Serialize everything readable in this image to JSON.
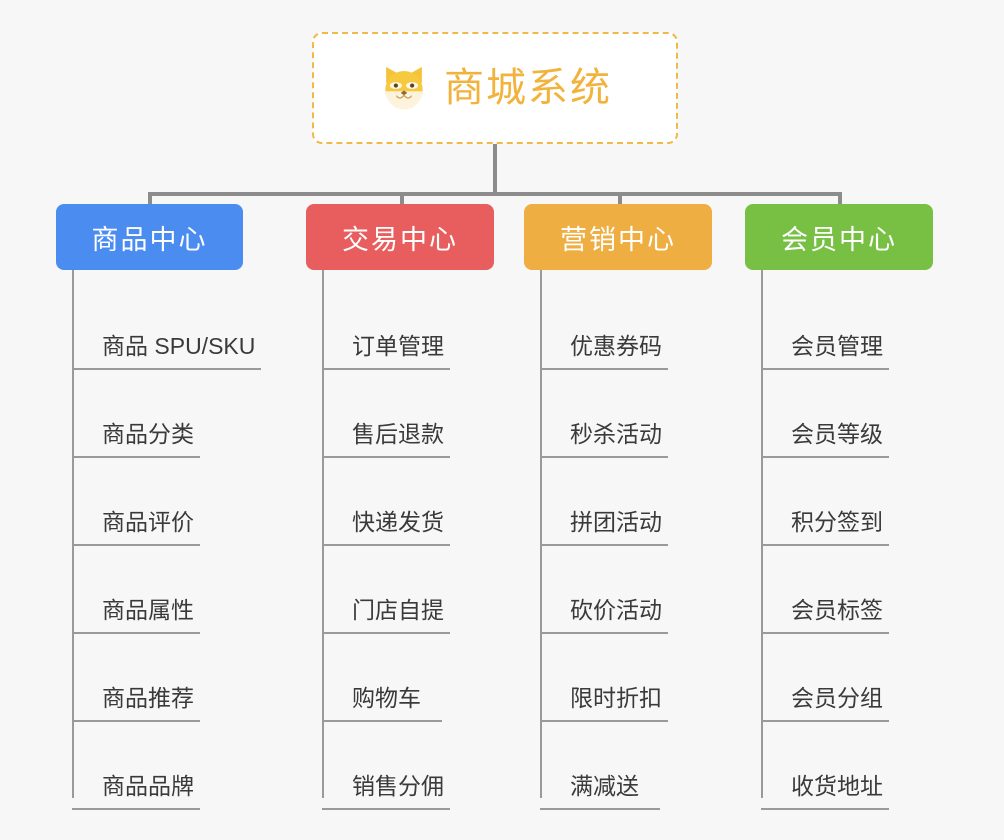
{
  "background_color": "#f7f7f7",
  "root": {
    "icon": "shiba-dog-face-icon",
    "title": "商城系统",
    "title_color": "#f2b33d",
    "border_color": "#f0b948"
  },
  "categories": [
    {
      "label": "商品中心",
      "color": "#4a8cf0",
      "items": [
        "商品 SPU/SKU",
        "商品分类",
        "商品评价",
        "商品属性",
        "商品推荐",
        "商品品牌"
      ]
    },
    {
      "label": "交易中心",
      "color": "#e85d5d",
      "items": [
        "订单管理",
        "售后退款",
        "快递发货",
        "门店自提",
        "购物车",
        "销售分佣"
      ]
    },
    {
      "label": "营销中心",
      "color": "#eeae41",
      "items": [
        "优惠券码",
        "秒杀活动",
        "拼团活动",
        "砍价活动",
        "限时折扣",
        "满减送"
      ]
    },
    {
      "label": "会员中心",
      "color": "#77c043",
      "items": [
        "会员管理",
        "会员等级",
        "积分签到",
        "会员标签",
        "会员分组",
        "收货地址"
      ]
    }
  ]
}
